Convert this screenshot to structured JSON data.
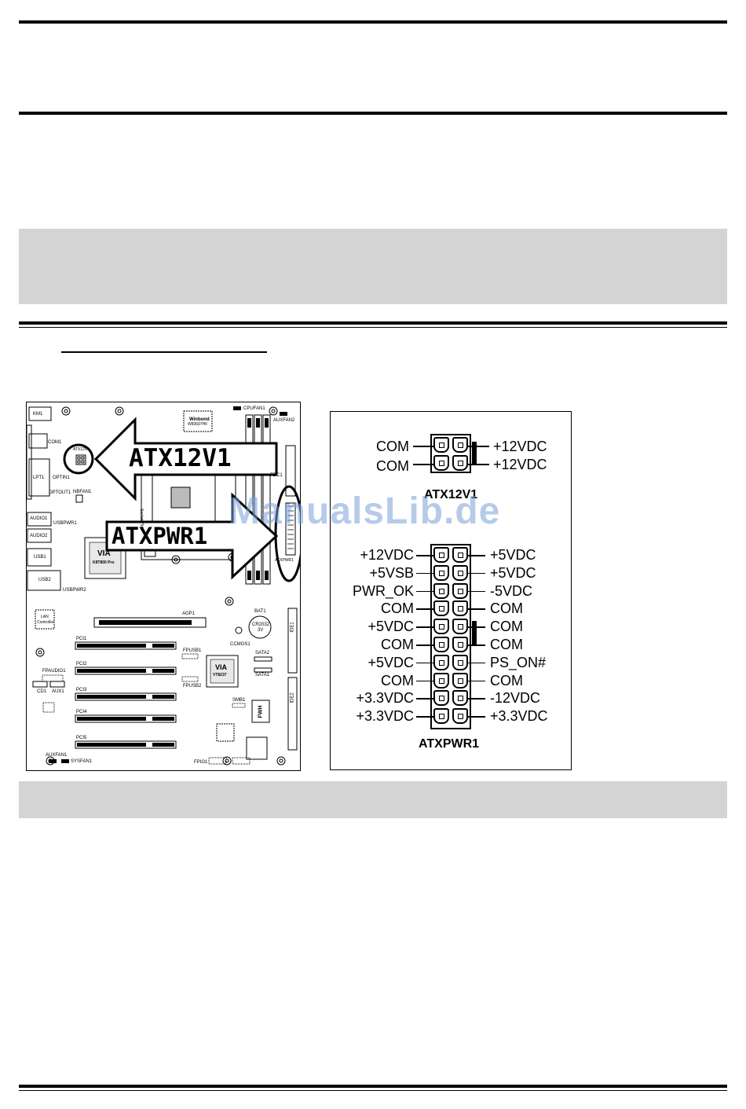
{
  "motherboard": {
    "callouts": {
      "atx12v1": "ATX12V1",
      "atxpwr1": "ATXPWR1"
    },
    "labels": {
      "km1": "KM1",
      "com1": "COM1",
      "atx12v1": "ATX12V1",
      "lpt1": "LPT1",
      "optin1": "OPTIN1",
      "optout1": "OPTOUT1",
      "nbfan1": "NBFAN1",
      "audio1": "AUDIO1",
      "usbpwr1": "USBPWR1",
      "audio2": "AUDIO2",
      "usb1": "USB1",
      "usb2": "USB2",
      "usbpwr2": "USBPWR2",
      "winbond": "Winbond",
      "winbond_part": "W83697HF",
      "cpufan1": "CPUFAN1",
      "auxfan2": "AUXFAN2",
      "fdc1": "FDC1",
      "atxpwr1": "ATXPWR1",
      "via_nb": "VIA",
      "via_nb_part": "K8T800 Pro",
      "agp1": "AGP1",
      "pci1": "PCI1",
      "pci2": "PCI2",
      "pci3": "PCI3",
      "pci4": "PCI4",
      "pci5": "PCI5",
      "bat1": "BAT1",
      "cr2032": "CR2032",
      "battery_v": "3V",
      "ccmos1": "CCMOS1",
      "ide1": "IDE1",
      "ide2": "IDE2",
      "sata2": "SATA2",
      "sata1": "SATA1",
      "fpusb1": "FPUSB1",
      "fpusb2": "FPUSB2",
      "via_sb": "VIA",
      "via_sb_part": "VT8237",
      "lan": "LAN",
      "lan_controller": "Controller",
      "fpaudio1": "FPAUDIO1",
      "cd1": "CD1",
      "aux1": "AUX1",
      "smb1": "SMB1",
      "fwh": "FWH",
      "auxfan1": "AUXFAN1",
      "sysfan1": "SYSFAN1",
      "fpio1": "FPIO1",
      "socket": "Socket 754"
    }
  },
  "watermark": "ManualsLib.de",
  "pinout": {
    "atx12v1": {
      "title": "ATX12V1",
      "rows": [
        {
          "left": "COM",
          "right": "+12VDC"
        },
        {
          "left": "COM",
          "right": "+12VDC"
        }
      ]
    },
    "atxpwr1": {
      "title": "ATXPWR1",
      "rows": [
        {
          "left": "+12VDC",
          "right": "+5VDC"
        },
        {
          "left": "+5VSB",
          "right": "+5VDC"
        },
        {
          "left": "PWR_OK",
          "right": "-5VDC"
        },
        {
          "left": "COM",
          "right": "COM"
        },
        {
          "left": "+5VDC",
          "right": "COM"
        },
        {
          "left": "COM",
          "right": "COM"
        },
        {
          "left": "+5VDC",
          "right": "PS_ON#"
        },
        {
          "left": "COM",
          "right": "COM"
        },
        {
          "left": "+3.3VDC",
          "right": "-12VDC"
        },
        {
          "left": "+3.3VDC",
          "right": "+3.3VDC"
        }
      ]
    }
  }
}
